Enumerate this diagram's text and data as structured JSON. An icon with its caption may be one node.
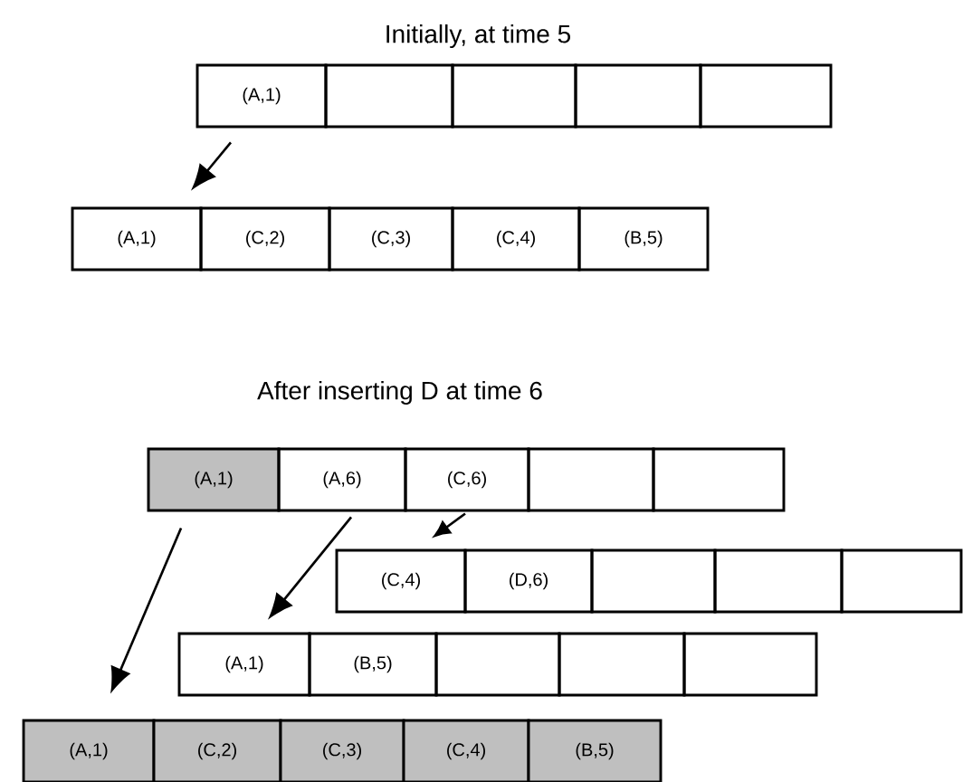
{
  "diagram": {
    "nodes": [
      {
        "text": [
          "(A,1)"
        ]
      },
      {
        "text": [],
        "shape": "box"
      },
      {
        "text": [],
        "shape": "box"
      },
      {
        "text": [],
        "shape": "box"
      },
      {
        "text": [],
        "shape": "box"
      },
      {
        "text": [
          "(A,1)"
        ]
      },
      {
        "text": [
          "(C,2)"
        ]
      },
      {
        "text": [
          "(C,3)"
        ]
      },
      {
        "text": [
          "(C,4)"
        ]
      },
      {
        "text": [
          "(B,5)"
        ]
      },
      {
        "text": [
          "(A,1)"
        ]
      },
      {
        "text": [
          "(A,6)"
        ]
      },
      {
        "text": [
          "(C,6)"
        ]
      },
      {
        "text": [],
        "shape": "box"
      },
      {
        "text": [],
        "shape": "box"
      },
      {
        "text": [
          "(C,4)"
        ]
      },
      {
        "text": [
          "(D,6)"
        ]
      },
      {
        "text": [],
        "shape": "box"
      },
      {
        "text": [],
        "shape": "box"
      },
      {
        "text": [],
        "shape": "box"
      },
      {
        "text": [
          "(A,1)"
        ]
      },
      {
        "text": [
          "(B,5)"
        ]
      },
      {
        "text": [],
        "shape": "box"
      },
      {
        "text": [],
        "shape": "box"
      },
      {
        "text": [],
        "shape": "box"
      },
      {
        "text": [
          "(A,1)"
        ]
      },
      {
        "text": [
          "(C,2)"
        ]
      },
      {
        "text": [
          "(C,3)"
        ]
      },
      {
        "text": [
          "(C,4)"
        ]
      },
      {
        "text": [
          "(B,5)"
        ]
      }
    ],
    "edges": [
      {
        "from": 0,
        "to": 5,
        "arrow": "to"
      },
      {
        "from": 10,
        "to": 25,
        "arrow": "to"
      },
      {
        "from": 11,
        "to": 20,
        "arrow": "to"
      },
      {
        "from": 12,
        "to": 15,
        "arrow": "to"
      }
    ],
    "labels": [
      "Initially, at time 5",
      "After inserting D at time 6"
    ]
  }
}
